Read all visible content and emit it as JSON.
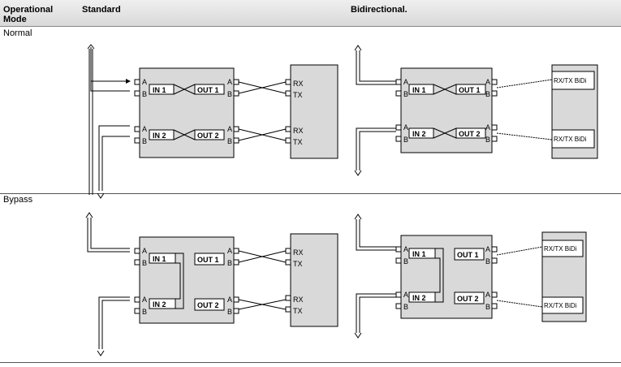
{
  "header": {
    "col1": "Operational Mode",
    "col2": "Standard",
    "col3": "Bidirectional."
  },
  "rows": {
    "normal": "Normal",
    "bypass": "Bypass"
  },
  "ports": {
    "a": "A",
    "b": "B",
    "in1": "IN 1",
    "in2": "IN 2",
    "out1": "OUT 1",
    "out2": "OUT 2",
    "rx": "RX",
    "tx": "TX",
    "bidi": "RX/TX BiDi"
  },
  "colors": {
    "box_fill": "#d9d9d9",
    "header_fill": "#e3e3e3",
    "line": "#000000"
  }
}
